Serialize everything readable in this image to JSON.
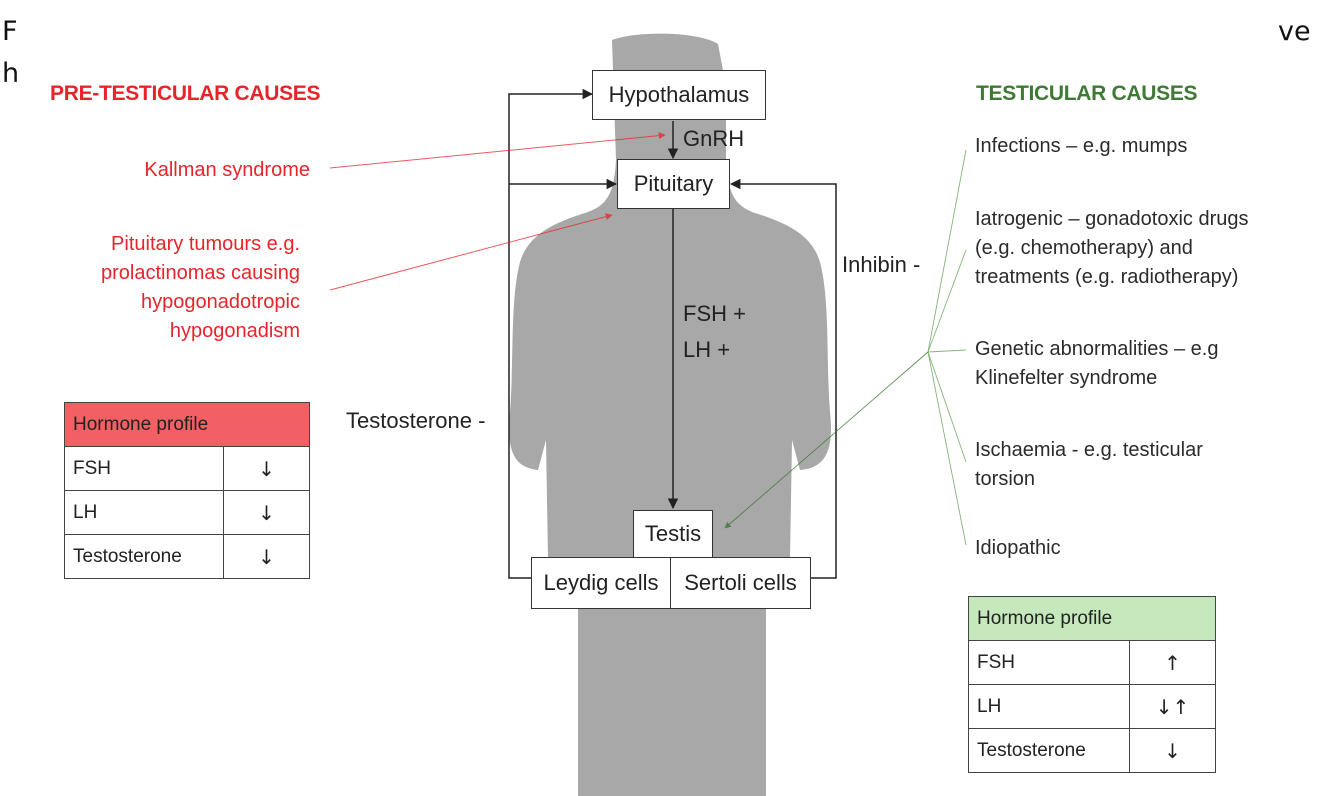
{
  "fragments": {
    "top_left_1": "F",
    "top_left_2": "h",
    "top_right": "ve"
  },
  "pre_testicular": {
    "heading": "PRE-TESTICULAR CAUSES",
    "causes": [
      {
        "lines": [
          "Kallman syndrome"
        ]
      },
      {
        "lines": [
          "Pituitary tumours e.g.",
          "prolactinomas causing",
          "hypogonadotropic",
          "hypogonadism"
        ]
      }
    ],
    "hormone_profile": {
      "header": "Hormone profile",
      "rows": [
        {
          "hormone": "FSH",
          "change": "↓"
        },
        {
          "hormone": "LH",
          "change": "↓"
        },
        {
          "hormone": "Testosterone",
          "change": "↓"
        }
      ]
    }
  },
  "testicular": {
    "heading": "TESTICULAR CAUSES",
    "causes": [
      {
        "lines": [
          "Infections – e.g. mumps"
        ]
      },
      {
        "lines": [
          "Iatrogenic – gonadotoxic drugs",
          "(e.g. chemotherapy) and",
          "treatments (e.g. radiotherapy)"
        ]
      },
      {
        "lines": [
          "Genetic abnormalities – e.g",
          "Klinefelter syndrome"
        ]
      },
      {
        "lines": [
          "Ischaemia - e.g. testicular",
          "torsion"
        ]
      },
      {
        "lines": [
          "Idiopathic"
        ]
      }
    ],
    "hormone_profile": {
      "header": "Hormone profile",
      "rows": [
        {
          "hormone": "FSH",
          "change": "↑"
        },
        {
          "hormone": "LH",
          "change": "↓↑"
        },
        {
          "hormone": "Testosterone",
          "change": "↓"
        }
      ]
    }
  },
  "axis": {
    "hypothalamus": "Hypothalamus",
    "gnrh": "GnRH",
    "pituitary": "Pituitary",
    "fsh_lh": [
      "FSH +",
      "LH +"
    ],
    "inhibin": "Inhibin -",
    "testosterone_feedback": "Testosterone -",
    "testis": "Testis",
    "leydig": "Leydig cells",
    "sertoli": "Sertoli cells"
  },
  "colors": {
    "pre_testicular": "#e8242b",
    "testicular": "#3e7a34",
    "pre_table_header": "#f26063",
    "testicular_table_header": "#c6e8bd",
    "silhouette": "#a8a8a8",
    "flow_lines": "#222222"
  }
}
